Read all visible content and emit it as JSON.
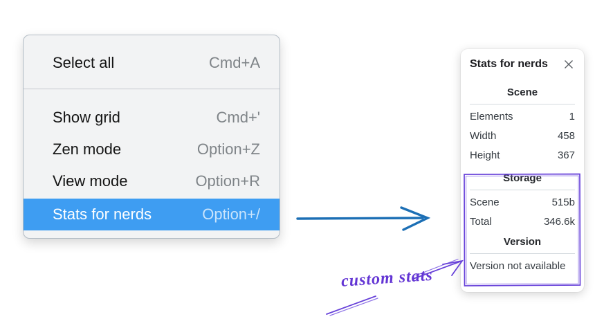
{
  "context_menu": {
    "items": [
      {
        "label": "Select all",
        "shortcut": "Cmd+A"
      },
      {
        "label": "Show grid",
        "shortcut": "Cmd+'"
      },
      {
        "label": "Zen mode",
        "shortcut": "Option+Z"
      },
      {
        "label": "View mode",
        "shortcut": "Option+R"
      },
      {
        "label": "Stats for nerds",
        "shortcut": "Option+/"
      }
    ],
    "highlighted_item": "Stats for nerds",
    "highlight_color": "#3e9df2"
  },
  "stats_panel": {
    "title": "Stats for nerds",
    "sections": [
      {
        "heading": "Scene",
        "rows": [
          {
            "label": "Elements",
            "value": "1"
          },
          {
            "label": "Width",
            "value": "458"
          },
          {
            "label": "Height",
            "value": "367"
          }
        ]
      },
      {
        "heading": "Storage",
        "rows": [
          {
            "label": "Scene",
            "value": "515b"
          },
          {
            "label": "Total",
            "value": "346.6k"
          }
        ]
      },
      {
        "heading": "Version",
        "note": "Version not available"
      }
    ]
  },
  "annotations": {
    "label": "custom stats",
    "purple_color": "#6741d9",
    "blue_color": "#1c6fb5"
  }
}
